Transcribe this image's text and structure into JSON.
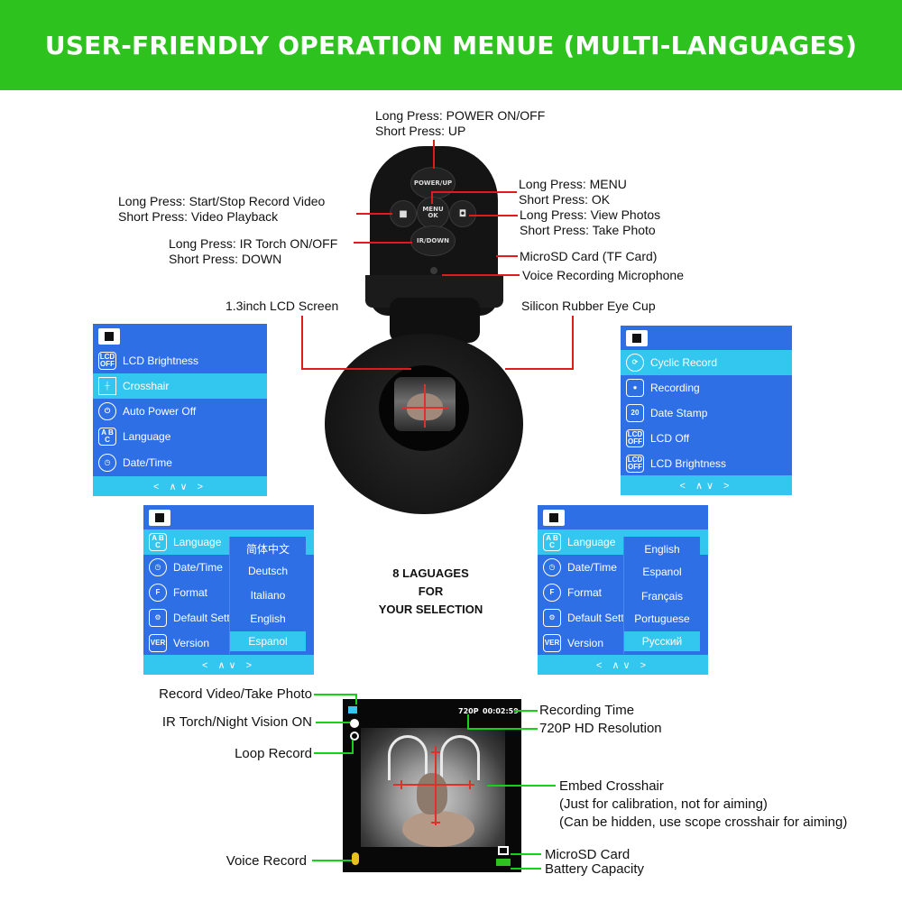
{
  "header": {
    "title": "USER-FRIENDLY OPERATION MENUE (MULTI-LANGUAGES)"
  },
  "colors": {
    "banner": "#2ec21f",
    "menu_bg": "#2f6fe6",
    "menu_highlight": "#33c7ef",
    "leader_red": "#e01b1b",
    "leader_green": "#19d019"
  },
  "device": {
    "buttons": {
      "power_up": "POWER/UP",
      "menu_ok_1": "MENU",
      "menu_ok_2": "OK",
      "ir_down": "IR/DOWN"
    },
    "labels": {
      "power": [
        "Long Press:  POWER ON/OFF",
        "Short Press: UP"
      ],
      "record": [
        "Long Press:  Start/Stop Record Video",
        "Short Press: Video Playback"
      ],
      "ir": [
        "Long Press:  IR Torch ON/OFF",
        "Short Press: DOWN"
      ],
      "menu": [
        "Long Press:  MENU",
        "Short Press: OK"
      ],
      "photo": [
        "Long Press:  View Photos",
        "Short Press: Take Photo"
      ],
      "microsd": "MicroSD Card (TF Card)",
      "mic": "Voice Recording Microphone",
      "lcd": "1.3inch LCD Screen",
      "eyecup": "Silicon Rubber Eye Cup"
    }
  },
  "menu1": {
    "items": [
      {
        "icon": "LCD OFF",
        "label": "LCD Brightness"
      },
      {
        "icon": "",
        "label": "Crosshair",
        "selected": true
      },
      {
        "icon": "⏻",
        "label": "Auto Power Off"
      },
      {
        "icon": "A B C",
        "label": "Language"
      },
      {
        "icon": "◷",
        "label": "Date/Time"
      }
    ],
    "footer": "< ∧∨ >"
  },
  "menu2": {
    "items": [
      {
        "icon": "⟳",
        "label": "Cyclic Record",
        "selected": true
      },
      {
        "icon": "🎙",
        "label": "Recording"
      },
      {
        "icon": "20",
        "label": "Date Stamp"
      },
      {
        "icon": "LCD OFF",
        "label": "LCD Off"
      },
      {
        "icon": "LCD OFF",
        "label": "LCD Brightness"
      }
    ],
    "footer": "< ∧∨ >"
  },
  "menu3": {
    "items": [
      {
        "icon": "A B C",
        "label": "Language",
        "selected": true
      },
      {
        "icon": "◷",
        "label": "Date/Time"
      },
      {
        "icon": "F",
        "label": "Format"
      },
      {
        "icon": "⚙",
        "label": "Default Setti"
      },
      {
        "icon": "VER",
        "label": "Version"
      }
    ],
    "languages": [
      "简体中文",
      "Deutsch",
      "Italiano",
      "English",
      "Espanol"
    ],
    "footer": "< ∧∨ >"
  },
  "menu4": {
    "items": [
      {
        "icon": "A B C",
        "label": "Language",
        "selected": true
      },
      {
        "icon": "◷",
        "label": "Date/Time"
      },
      {
        "icon": "F",
        "label": "Format"
      },
      {
        "icon": "⚙",
        "label": "Default Setti"
      },
      {
        "icon": "VER",
        "label": "Version"
      }
    ],
    "languages": [
      "English",
      "Espanol",
      "Français",
      "Portuguese",
      "Русский"
    ],
    "footer": "< ∧∨ >"
  },
  "center_note": [
    "8 LAGUAGES",
    "FOR",
    "YOUR SELECTION"
  ],
  "display": {
    "resolution": "720P",
    "time": "00:02:59",
    "left_labels": [
      "Record Video/Take Photo",
      "IR Torch/Night Vision ON",
      "Loop Record",
      "Voice Record"
    ],
    "right_labels": {
      "recording_time": "Recording Time",
      "hd": "720P HD Resolution",
      "crosshair": [
        "Embed Crosshair",
        "(Just for calibration, not for aiming)",
        "(Can be hidden, use scope crosshair for aiming)"
      ],
      "microsd": "MicroSD Card",
      "battery": "Battery Capacity"
    }
  }
}
